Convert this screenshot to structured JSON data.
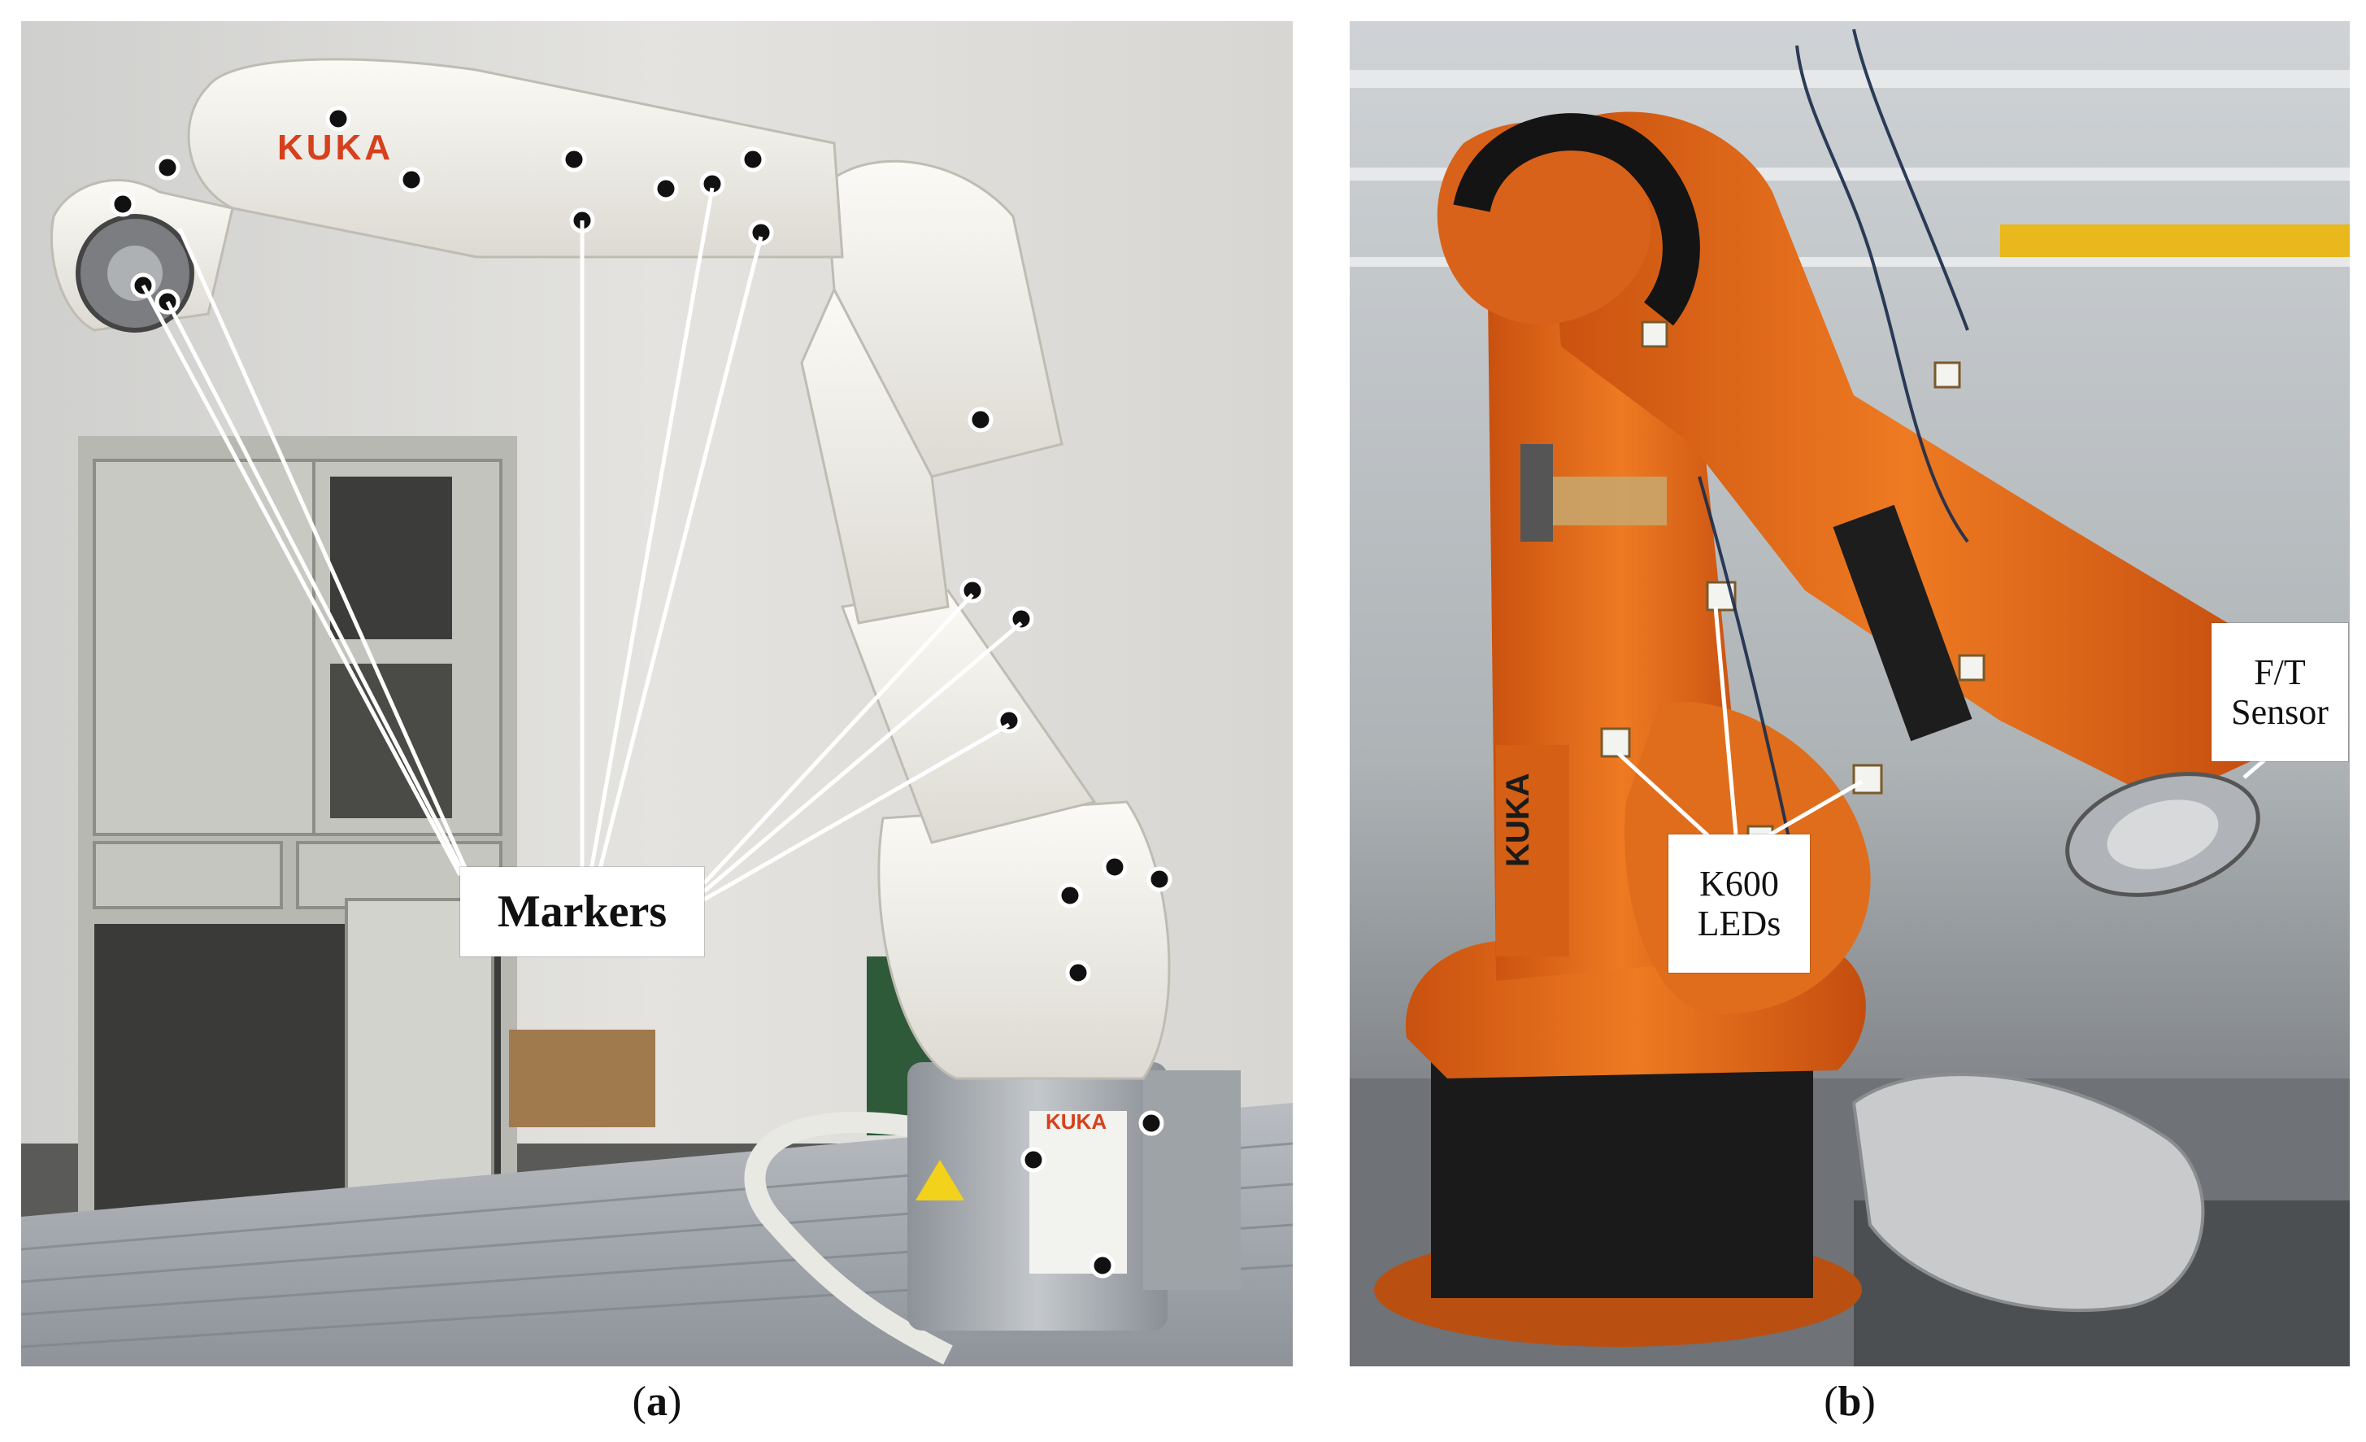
{
  "panel_a": {
    "brand_arm": "KUKA",
    "brand_base": "KUKA",
    "callout": "Markers",
    "caption_open": "(",
    "caption_letter": "a",
    "caption_close": ")"
  },
  "panel_b": {
    "brand_base": "KUKA",
    "callout_led_line1": "K600",
    "callout_led_line2": "LEDs",
    "callout_ft_line1": "F/T",
    "callout_ft_line2": "Sensor",
    "caption_open": "(",
    "caption_letter": "b",
    "caption_close": ")"
  }
}
